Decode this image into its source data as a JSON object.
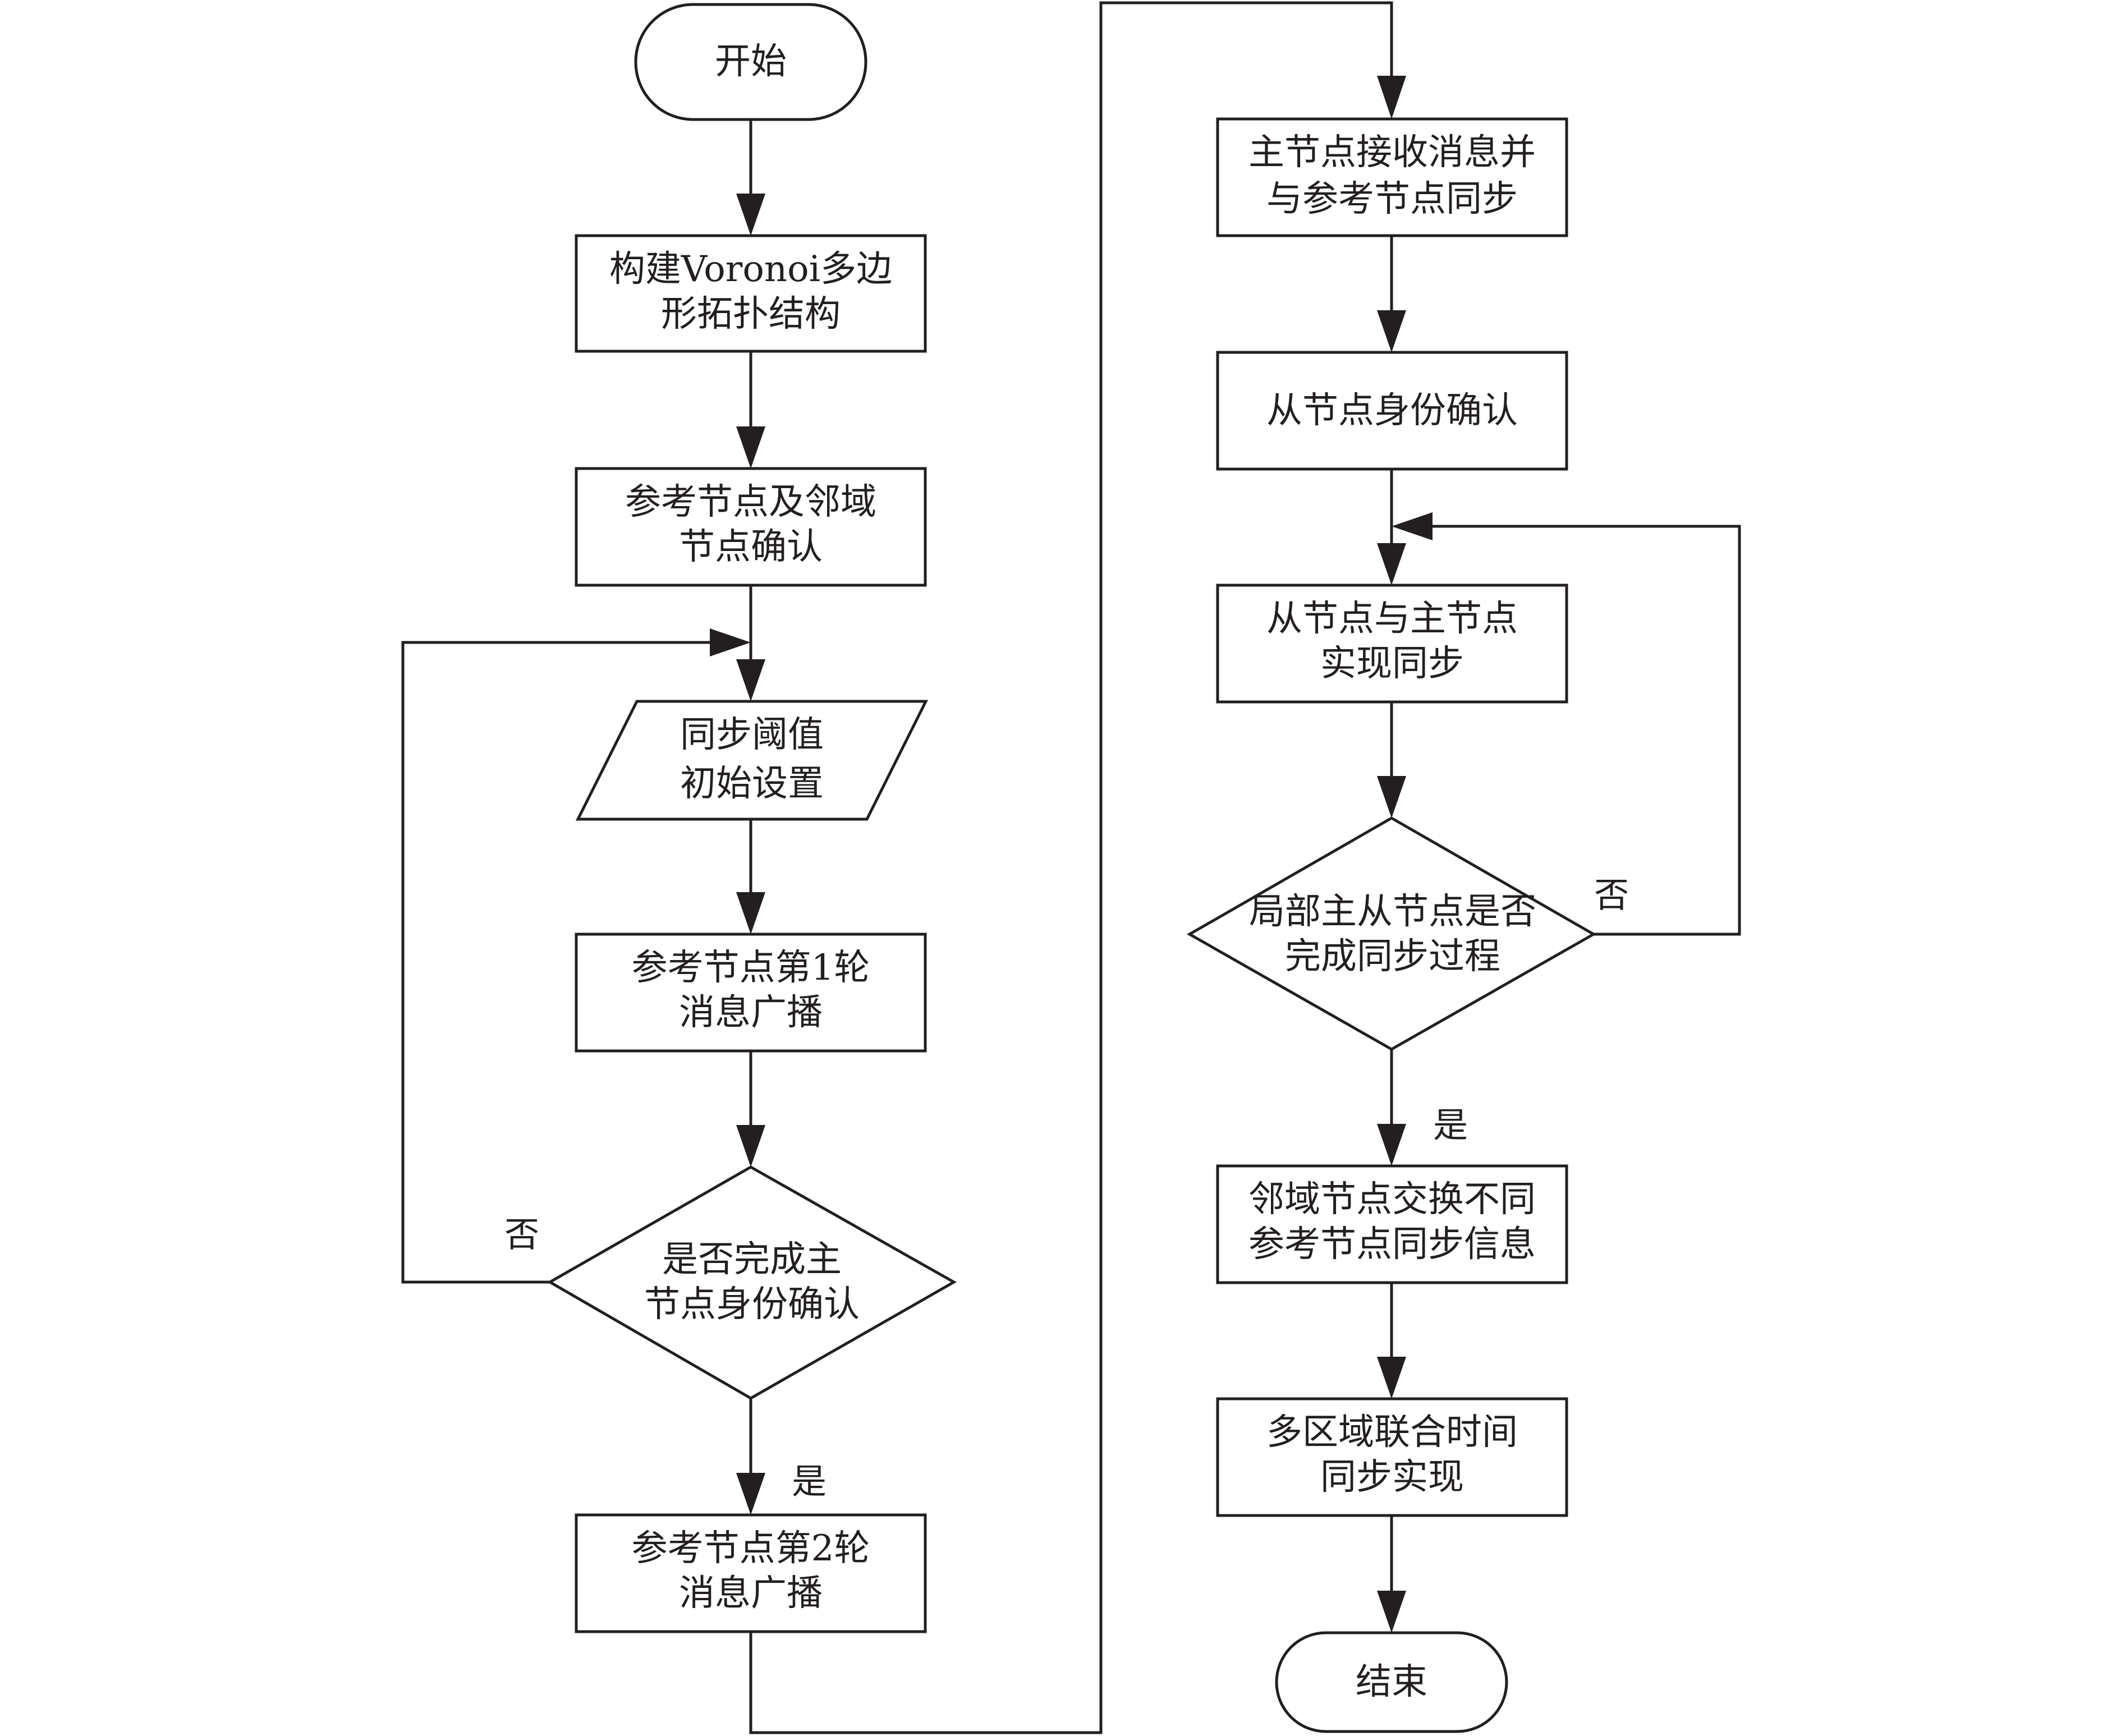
{
  "nodes": {
    "start": "开始",
    "build_line1": "构建Voronoi多边",
    "build_line2": "形拓扑结构",
    "refconfirm_line1": "参考节点及邻域",
    "refconfirm_line2": "节点确认",
    "threshold_line1": "同步阈值",
    "threshold_line2": "初始设置",
    "broadcast1_line1": "参考节点第1轮",
    "broadcast1_line2": "消息广播",
    "decision1_line1": "是否完成主",
    "decision1_line2": "节点身份确认",
    "broadcast2_line1": "参考节点第2轮",
    "broadcast2_line2": "消息广播",
    "master_line1": "主节点接收消息并",
    "master_line2": "与参考节点同步",
    "slave_confirm": "从节点身份确认",
    "slave_sync_line1": "从节点与主节点",
    "slave_sync_line2": "实现同步",
    "decision2_line1": "局部主从节点是否",
    "decision2_line2": "完成同步过程",
    "exchange_line1": "邻域节点交换不同",
    "exchange_line2": "参考节点同步信息",
    "multi_line1": "多区域联合时间",
    "multi_line2": "同步实现",
    "end": "结束"
  },
  "branches": {
    "d1_no": "否",
    "d1_yes": "是",
    "d2_no": "否",
    "d2_yes": "是"
  }
}
